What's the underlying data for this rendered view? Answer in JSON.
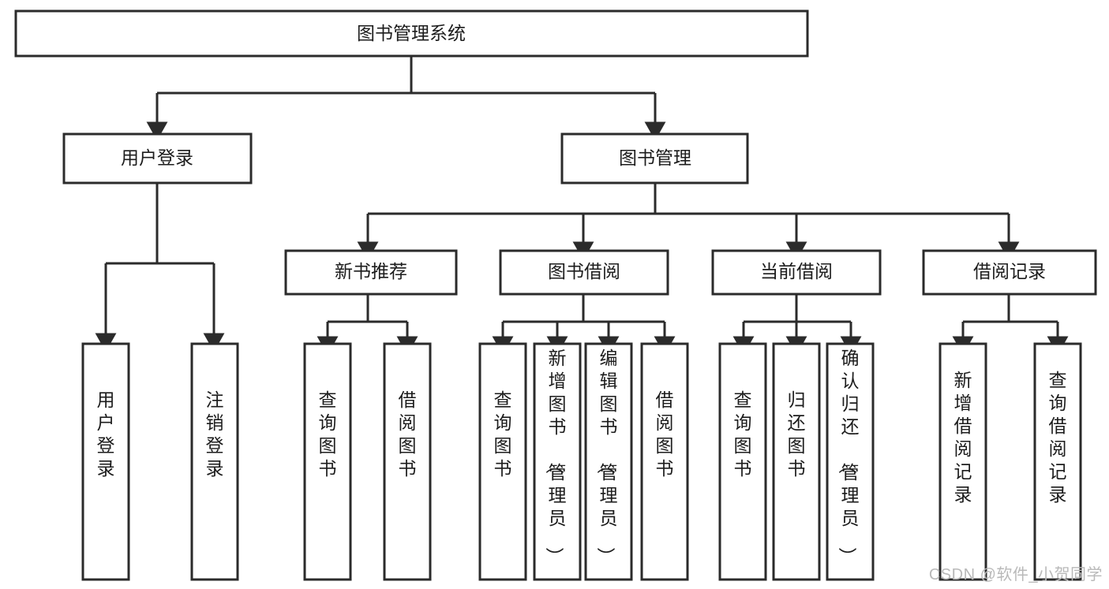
{
  "diagram": {
    "title": "图书管理系统",
    "type": "tree",
    "watermark": "CSDN @软件_小贺同学",
    "colors": {
      "box_fill": "#ffffff",
      "box_stroke": "#2b2b2b",
      "text": "#1c1c1c",
      "watermark": "#b9b9b9",
      "background": "#ffffff"
    },
    "levels": {
      "root": {
        "label": "图书管理系统"
      },
      "level2": [
        {
          "id": "user-login",
          "label": "用户登录"
        },
        {
          "id": "book-management",
          "label": "图书管理"
        }
      ],
      "level3": [
        {
          "id": "new-book-recommend",
          "label": "新书推荐",
          "parent": "book-management"
        },
        {
          "id": "book-borrow",
          "label": "图书借阅",
          "parent": "book-management"
        },
        {
          "id": "current-borrow",
          "label": "当前借阅",
          "parent": "book-management"
        },
        {
          "id": "borrow-record",
          "label": "借阅记录",
          "parent": "book-management"
        }
      ],
      "leaves": [
        {
          "id": "leaf-user-login",
          "label": "用户登录",
          "parent": "user-login"
        },
        {
          "id": "leaf-logout-login",
          "label": "注销登录",
          "parent": "user-login"
        },
        {
          "id": "leaf-query-book-1",
          "label": "查询图书",
          "parent": "new-book-recommend"
        },
        {
          "id": "leaf-borrow-book-1",
          "label": "借阅图书",
          "parent": "new-book-recommend"
        },
        {
          "id": "leaf-query-book-2",
          "label": "查询图书",
          "parent": "book-borrow"
        },
        {
          "id": "leaf-add-book",
          "label": "新增图书（管理员）",
          "parent": "book-borrow"
        },
        {
          "id": "leaf-edit-book",
          "label": "编辑图书（管理员）",
          "parent": "book-borrow"
        },
        {
          "id": "leaf-borrow-book-2",
          "label": "借阅图书",
          "parent": "book-borrow"
        },
        {
          "id": "leaf-query-book-3",
          "label": "查询图书",
          "parent": "current-borrow"
        },
        {
          "id": "leaf-return-book",
          "label": "归还图书",
          "parent": "current-borrow"
        },
        {
          "id": "leaf-confirm-return",
          "label": "确认归还（管理员）",
          "parent": "current-borrow"
        },
        {
          "id": "leaf-add-record",
          "label": "新增借阅记录",
          "parent": "borrow-record"
        },
        {
          "id": "leaf-query-record",
          "label": "查询借阅记录",
          "parent": "borrow-record"
        }
      ]
    }
  }
}
